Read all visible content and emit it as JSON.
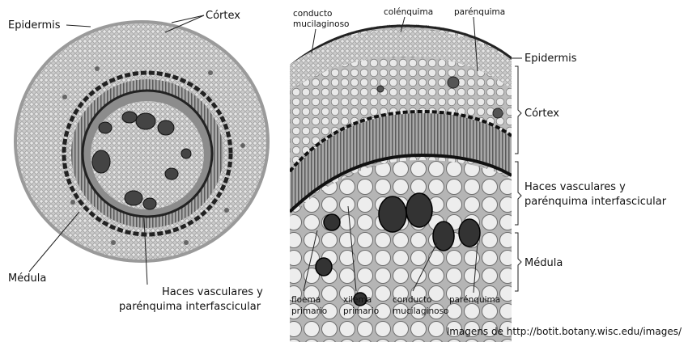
{
  "left_panel": {
    "labels": {
      "epidermis": "Epidermis",
      "cortex": "Córtex",
      "medula": "Médula",
      "haces_line1": "Haces vasculares  y",
      "haces_line2": "parénquima interfascicular"
    }
  },
  "right_panel": {
    "top_labels": {
      "conducto_line1": "conducto",
      "conducto_line2": "mucilaginoso",
      "colenquima": "colénquima",
      "parenquima": "parénquima"
    },
    "side_labels": {
      "epidermis": "Epidermis",
      "cortex": "Córtex",
      "haces_line1": "Haces vasculares y",
      "haces_line2": "parénquima interfascicular",
      "medula": "Médula"
    },
    "bottom_labels": {
      "floema_line1": "floema",
      "floema_line2": "primario",
      "xilema_line1": "xilema",
      "xilema_line2": "primario",
      "conducto_line1": "conducto",
      "conducto_line2": "mucilaginoso",
      "parenquima": "parénquima"
    }
  },
  "credit": "Imagens de http://botit.botany.wisc.edu/images/"
}
